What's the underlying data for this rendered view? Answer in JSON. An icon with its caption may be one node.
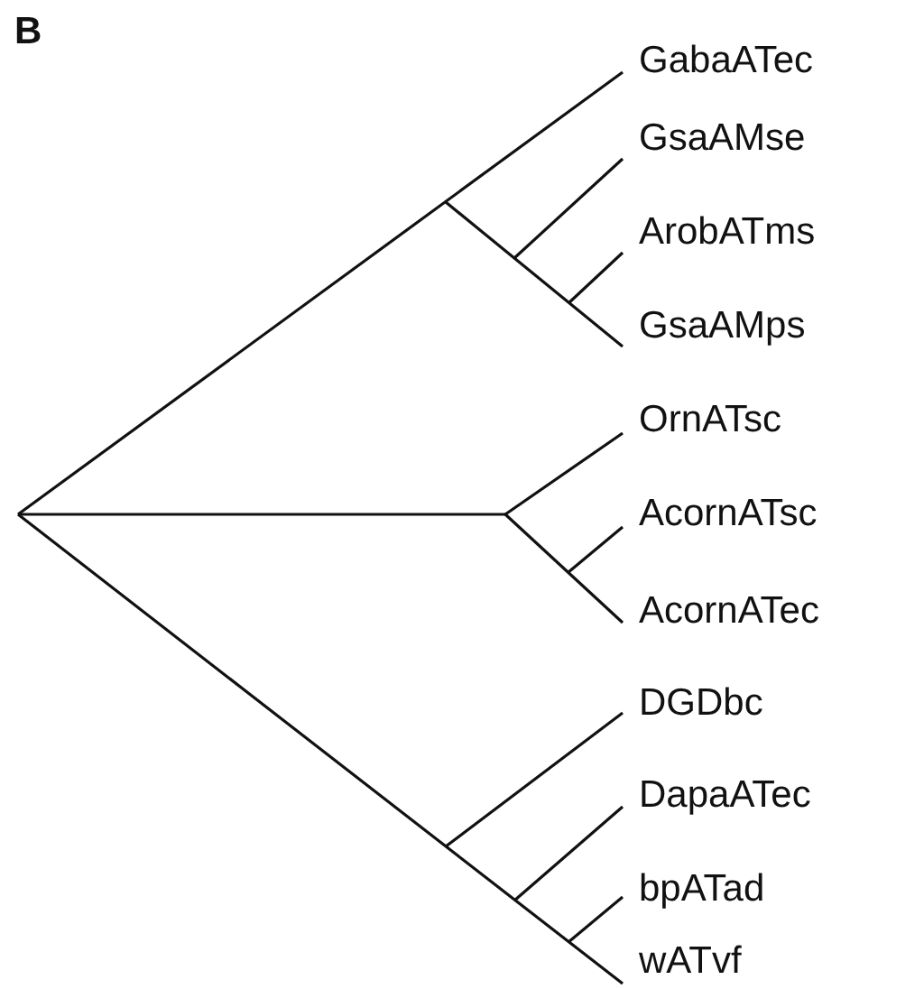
{
  "diagram": {
    "labels": [
      "B",
      "GabaATec",
      "GsaAMse",
      "ArobATms",
      "GsaAMps",
      "OrnATsc",
      "AcornATsc",
      "AcornATec",
      "DGDbc",
      "DapaATec",
      "bpATad",
      "wATvf"
    ]
  }
}
